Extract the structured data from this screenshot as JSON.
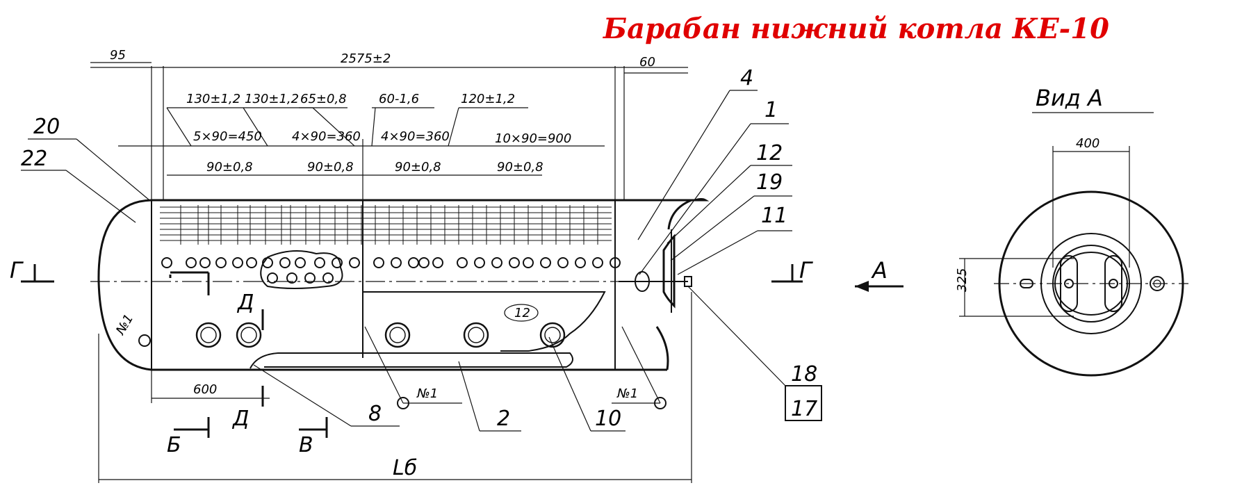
{
  "title": "Барабан нижний котла КЕ-10",
  "title_color": "#e00000",
  "line_color": "#111111",
  "dimensions": {
    "overall": "2575±2",
    "left_offset": "95",
    "right_offset": "60",
    "p130a": "130±1,2",
    "p130b": "130±1,2",
    "p65": "65±0,8",
    "p60": "60-1,6",
    "p120": "120±1,2",
    "s450": "5×90=450",
    "s360a": "4×90=360",
    "s360b": "4×90=360",
    "s900": "10×90=900",
    "p90a": "90±0,8",
    "p90b": "90±0,8",
    "p90c": "90±0,8",
    "p90d": "90±0,8",
    "bottom600": "600",
    "length": "Lб",
    "view_width": "400",
    "view_height": "325"
  },
  "positions": {
    "p20": "20",
    "p22": "22",
    "p4": "4",
    "p1": "1",
    "p12": "12",
    "p19": "19",
    "p11": "11",
    "p18": "18",
    "p17": "17",
    "p8": "8",
    "p2": "2",
    "p10": "10",
    "p12c": "12"
  },
  "marks": {
    "n1a": "№1",
    "n1b": "№1",
    "n1c": "№1"
  },
  "sections": {
    "g_left": "Г",
    "g_right": "Г",
    "a_arrow": "А",
    "d_top": "Д",
    "d_bottom": "Д",
    "b": "Б",
    "v": "В"
  },
  "view_a": {
    "label": "Вид А"
  }
}
